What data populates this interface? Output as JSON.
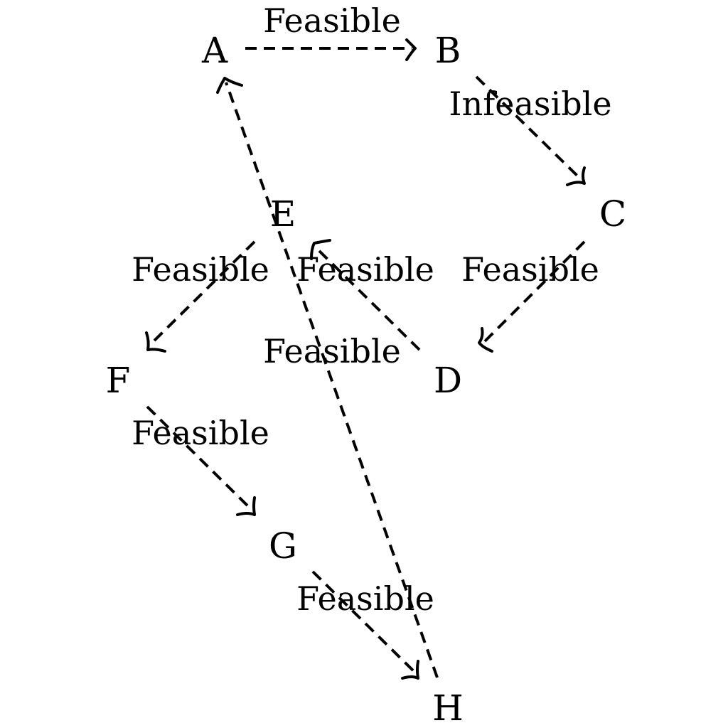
{
  "diagram": {
    "nodes": [
      {
        "id": "A",
        "label": "A"
      },
      {
        "id": "B",
        "label": "B"
      },
      {
        "id": "C",
        "label": "C"
      },
      {
        "id": "D",
        "label": "D"
      },
      {
        "id": "E",
        "label": "E"
      },
      {
        "id": "F",
        "label": "F"
      },
      {
        "id": "G",
        "label": "G"
      },
      {
        "id": "H",
        "label": "H"
      }
    ],
    "edges": [
      {
        "from": "A",
        "to": "B",
        "label": "Feasible"
      },
      {
        "from": "B",
        "to": "C",
        "label": "Infeasible"
      },
      {
        "from": "C",
        "to": "D",
        "label": "Feasible"
      },
      {
        "from": "D",
        "to": "E",
        "label": "Feasible"
      },
      {
        "from": "E",
        "to": "F",
        "label": "Feasible"
      },
      {
        "from": "F",
        "to": "G",
        "label": "Feasible"
      },
      {
        "from": "G",
        "to": "H",
        "label": "Feasible"
      },
      {
        "from": "H",
        "to": "A",
        "label": "Feasible"
      }
    ],
    "line_style": "dashed",
    "color": "#000000"
  }
}
